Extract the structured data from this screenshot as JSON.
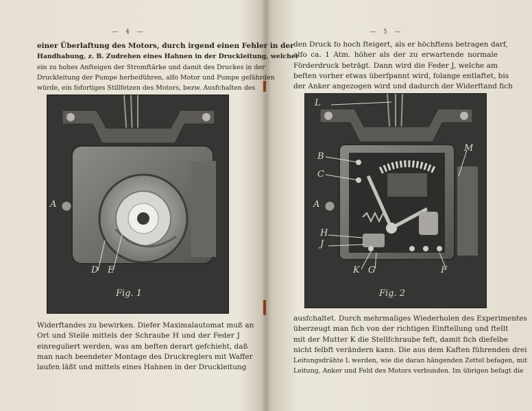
{
  "left_page": {
    "folio": "— 4 —",
    "top_lines": [
      "einer Überlaftung des Motors, durch irgend einen Fehler in der",
      "Handhabung, z. B. Zudrehen eines Hahnen in der Druckleitung, welcher",
      "ein zu hohes Anfteigen der Stromftärke und damit des Druckes in der",
      "Druckleitung der Pumpe herbeiführen, alfo Motor und Pumpe gefährden",
      "würde, ein fofortiges Stillfetzen des Motors, bezw. Ausfchalten des"
    ],
    "figure": {
      "caption": "Fig. 1",
      "labels": {
        "A": "A",
        "D": "D",
        "E": "E"
      }
    },
    "bottom_lines": [
      "Widerftandes zu bewirken.  Diefer Maximalautomat muß an",
      "Ort und Stelle mittels der Schraube H und der Feder J",
      "einreguliert werden, was am beften derart gefchieht, daß",
      "man nach beendeter Montage des Druckreglers mit Waffer",
      "laufen läßt und mittels eines Hahnen in der Druckleitung"
    ]
  },
  "right_page": {
    "folio": "— 5 —",
    "top_lines": [
      "den Druck fo hoch fteigert, als er höchftens betragen darf,",
      "alfo ca. 1 Atm. höher als der zu erwartende normale",
      "Förderdruck beträgt.  Dann wird die Feder J, welche am",
      "beften vorher etwas überfpannt wird, folange entlaftet, bis",
      "der Anker angezogen wird und dadurch der Widerftand fich"
    ],
    "figure": {
      "caption": "Fig. 2",
      "labels": {
        "L": "L",
        "B": "B",
        "C": "C",
        "M": "M",
        "A": "A",
        "H": "H",
        "J": "J",
        "K": "K",
        "G": "G",
        "F": "F"
      }
    },
    "bottom_lines": [
      "ausfchaltet. Durch mehrmaliges Wiederholen des Experimentes",
      "überzeugt man fich von der richtigen Einftellung und ftellt",
      "mit der Mutter K die Stellfchraube feft, damit fich diefelbe",
      "nicht felbft verändern kann.  Die aus dem Kaften führenden drei",
      "Leitungsdrähte L werden, wie die daran hängenden Zettel befagen, mit",
      "Leitung, Anker und Feld des Motors verbunden.  Im übrigen befagt die"
    ]
  },
  "colors": {
    "paper": "#ebe6da",
    "ink": "#2a251d",
    "plate": "#2e2e2c",
    "binding_thread": "#8c3a1e"
  }
}
